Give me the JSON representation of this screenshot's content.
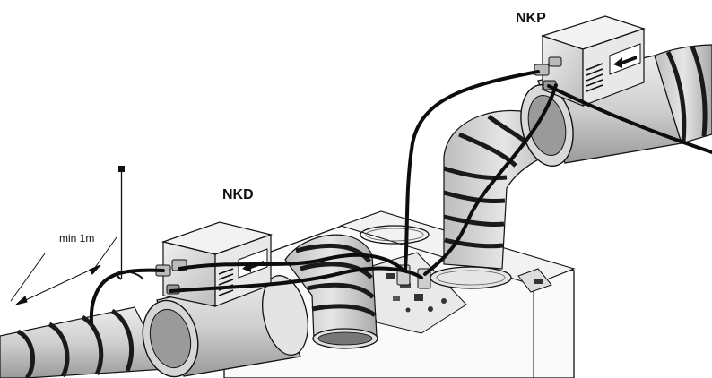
{
  "labels": {
    "nkp": "NKP",
    "nkd": "NKD",
    "min_distance": "min 1m"
  },
  "colors": {
    "duct": "#d7d7d7",
    "duct_dark": "#8e8e8e",
    "band": "#1a1a1a",
    "housing": "#e3e3e3",
    "cable": "#0d0d0d",
    "outline": "#111111"
  }
}
